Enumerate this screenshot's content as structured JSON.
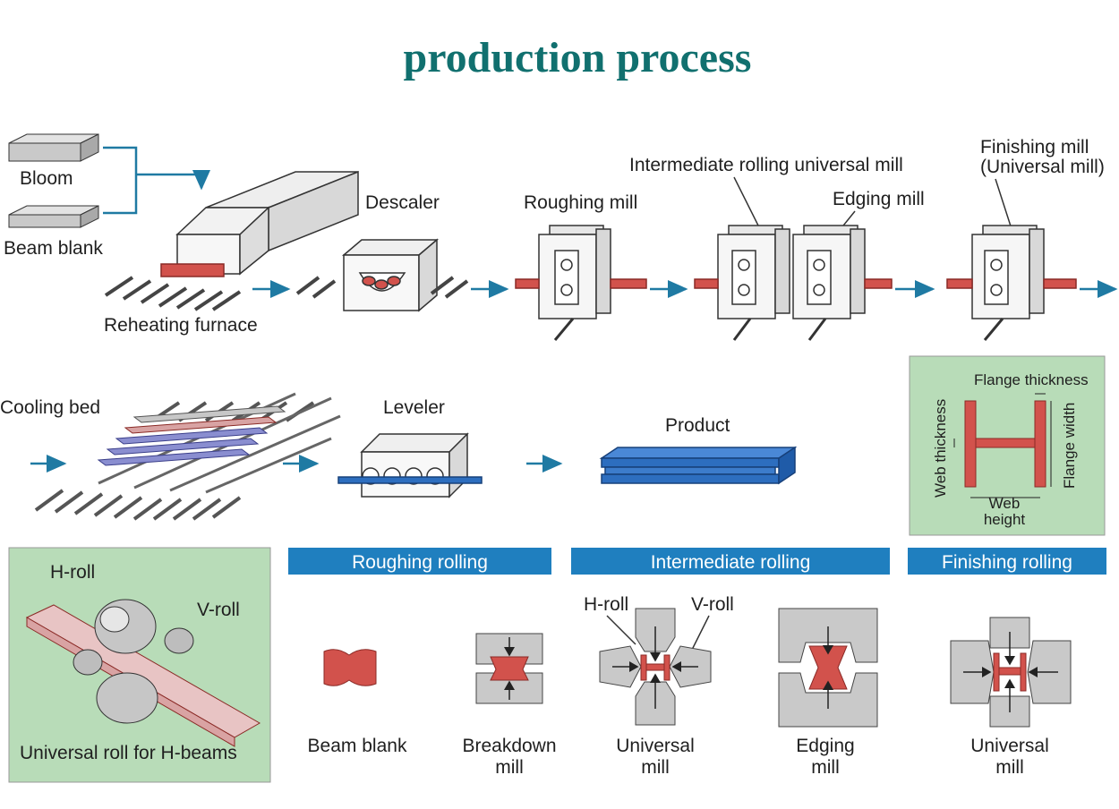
{
  "title": "production process",
  "colors": {
    "title": "#11706f",
    "arrow": "#1f7aa3",
    "hot_steel": "#d2524c",
    "product_blue": "#2d6ebf",
    "panel_green": "#b8dcb8",
    "stage_bar": "#1f7fbf"
  },
  "line": {
    "bloom": "Bloom",
    "beam_blank": "Beam blank",
    "reheating_furnace": "Reheating furnace",
    "descaler": "Descaler",
    "roughing_mill": "Roughing mill",
    "intermediate_mill": "Intermediate rolling universal mill",
    "edging_mill": "Edging mill",
    "finishing_mill_1": "Finishing mill",
    "finishing_mill_2": "(Universal mill)",
    "cooling_bed": "Cooling bed",
    "leveler": "Leveler",
    "product": "Product"
  },
  "section": {
    "flange_thickness": "Flange thickness",
    "web_thickness": "Web thickness",
    "flange_width": "Flange width",
    "web_height_1": "Web",
    "web_height_2": "height"
  },
  "roll_panel": {
    "h_roll": "H-roll",
    "v_roll": "V-roll",
    "caption": "Universal roll for H-beams"
  },
  "stages": {
    "roughing": "Roughing rolling",
    "intermediate": "Intermediate rolling",
    "finishing": "Finishing rolling"
  },
  "passes": {
    "beam_blank": "Beam blank",
    "breakdown_1": "Breakdown",
    "breakdown_2": "mill",
    "universal_1": "Universal",
    "universal_2": "mill",
    "edging_1": "Edging",
    "edging_2": "mill",
    "finishing_universal_1": "Universal",
    "finishing_universal_2": "mill",
    "h_roll": "H-roll",
    "v_roll": "V-roll"
  }
}
